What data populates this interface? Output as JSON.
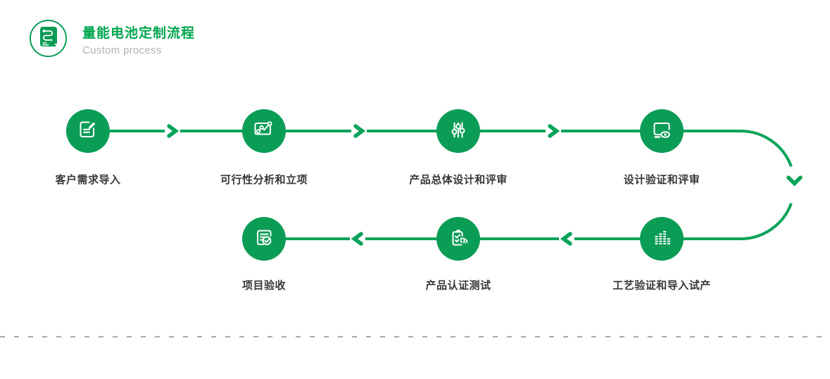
{
  "header": {
    "title": "量能电池定制流程",
    "subtitle": "Custom process",
    "icon": "process-document-icon"
  },
  "steps": [
    {
      "label": "客户需求导入",
      "icon": "document-edit-icon"
    },
    {
      "label": "可行性分析和立项",
      "icon": "line-chart-icon"
    },
    {
      "label": "产品总体设计和评审",
      "icon": "sliders-icon"
    },
    {
      "label": "设计验证和评审",
      "icon": "monitor-eye-icon"
    },
    {
      "label": "工艺验证和导入试产",
      "icon": "equalizer-icon"
    },
    {
      "label": "产品认证测试",
      "icon": "certification-test-icon"
    },
    {
      "label": "项目验收",
      "icon": "document-check-icon"
    }
  ],
  "flow": {
    "direction_top_row": "left-to-right",
    "direction_bottom_row": "right-to-left",
    "connector_style": "solid line with chevron arrows, semicircular turn on right side"
  },
  "colors": {
    "brand_green_title": "#00a650",
    "node_green": "#0b9c56",
    "line_green": "#0aa35a",
    "label_gray": "#383838",
    "subtitle_gray": "#b2b2b2",
    "dashed_divider_gray": "#a9a9a9"
  }
}
